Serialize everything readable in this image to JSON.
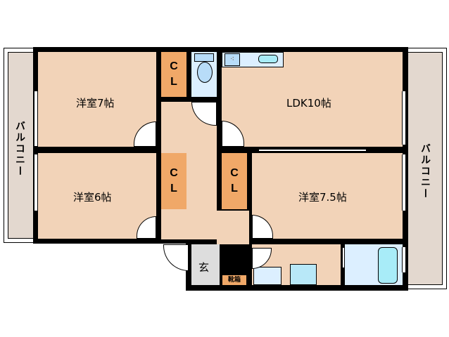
{
  "floorplan": {
    "rooms": {
      "western_7": {
        "label": "洋室7帖"
      },
      "western_6": {
        "label": "洋室6帖"
      },
      "western_7_5": {
        "label": "洋室7.5帖"
      },
      "ldk": {
        "label": "LDK10帖"
      },
      "entrance": {
        "label": "玄"
      },
      "shoe_box": {
        "label": "靴箱"
      }
    },
    "closets": [
      {
        "label_top": "C",
        "label_bottom": "L"
      },
      {
        "label_top": "C",
        "label_bottom": "L"
      },
      {
        "label_top": "C",
        "label_bottom": "L"
      }
    ],
    "balconies": {
      "left": {
        "label": "バルコニー"
      },
      "right": {
        "label": "バルコニー"
      }
    },
    "colors": {
      "room": "#f2d3b8",
      "closet": "#f0a868",
      "wet_area": "#dcefff",
      "entrance": "#dddddd",
      "balcony": "#e3d8cf",
      "wall": "#000000"
    }
  }
}
